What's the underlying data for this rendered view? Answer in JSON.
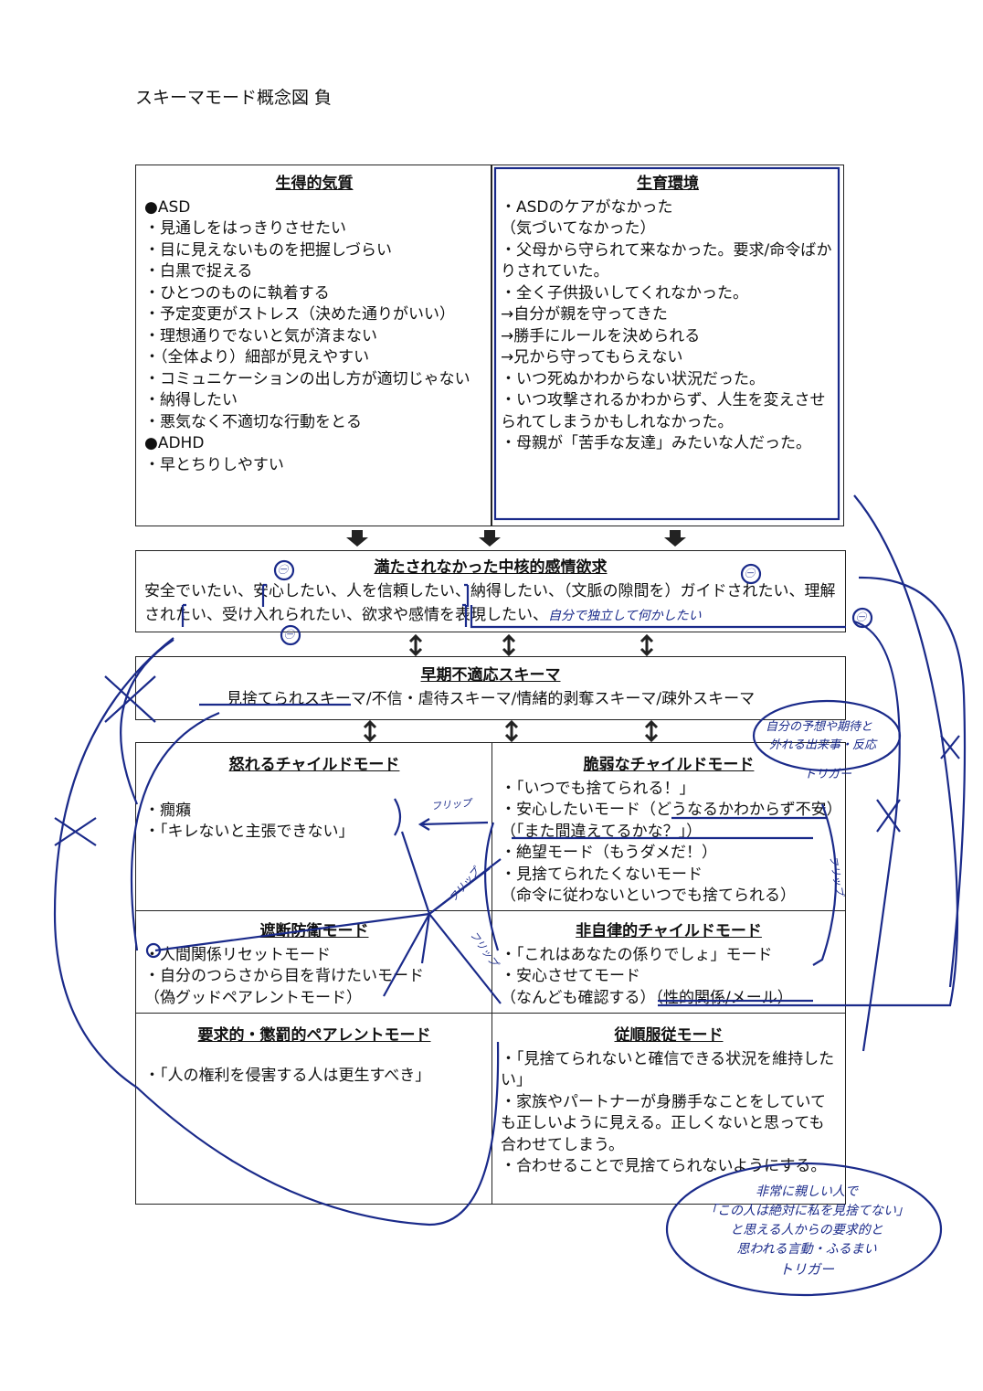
{
  "title": "スキーマモード概念図 負",
  "temperament": {
    "heading": "生得的気質",
    "lines": [
      "●ASD",
      "・見通しをはっきりさせたい",
      "・目に見えないものを把握しづらい",
      "・白黒で捉える",
      "・ひとつのものに執着する",
      "・予定変更がストレス（決めた通りがいい）",
      "・理想通りでないと気が済まない",
      "・（全体より）細部が見えやすい",
      "・コミュニケーションの出し方が適切じゃない",
      "・納得したい",
      "・悪気なく不適切な行動をとる",
      "●ADHD",
      "・早とちりしやすい"
    ]
  },
  "environment": {
    "heading": "生育環境",
    "lines": [
      "・ASDのケアがなかった",
      "（気づいてなかった）",
      "・父母から守られて来なかった。要求/命令ばかりされていた。",
      "・全く子供扱いしてくれなかった。",
      "→自分が親を守ってきた",
      "→勝手にルールを決められる",
      "→兄から守ってもらえない",
      "・いつ死ぬかわからない状況だった。",
      "・いつ攻撃されるかわからず、人生を変えさせられてしまうかもしれなかった。",
      "・母親が「苦手な友達」みたいな人だった。"
    ]
  },
  "needs": {
    "heading": "満たされなかった中核的感情欲求",
    "text": "安全でいたい、安心したい、人を信頼したい、納得したい、（文脈の隙間を）ガイドされたい、理解されたい、受け入れられたい、欲求や感情を表現したい、",
    "handwritten": "自分で独立して何かしたい"
  },
  "schema": {
    "heading": "早期不適応スキーマ",
    "text": "見捨てられスキーマ/不信・虐待スキーマ/情緒的剥奪スキーマ/疎外スキーマ"
  },
  "angry_child": {
    "heading": "怒れるチャイルドモード",
    "lines": [
      "・癇癪",
      "・「キレないと主張できない」"
    ]
  },
  "vulnerable_child": {
    "heading": "脆弱なチャイルドモード",
    "lines": [
      "・「いつでも捨てられる！」",
      "・安心したいモード（どうなるかわからず不安）（「また間違えてるかな？」）",
      "・絶望モード（もうダメだ！）",
      "・見捨てられたくないモード",
      "（命令に従わないといつでも捨てられる）"
    ]
  },
  "detached": {
    "heading": "遮断防衛モード",
    "lines": [
      "・人間関係リセットモード",
      "・自分のつらさから目を背けたいモード",
      "（偽グッドペアレントモード）"
    ]
  },
  "undisciplined": {
    "heading": "非自律的チャイルドモード",
    "lines": [
      "・「これはあなたの係りでしょ」モード",
      "・安心させてモード",
      "（なんども確認する）（性的関係/メール）"
    ]
  },
  "demanding_parent": {
    "heading": "要求的・懲罰的ペアレントモード",
    "lines": [
      "・「人の権利を侵害する人は更生すべき」"
    ]
  },
  "compliant": {
    "heading": "従順服従モード",
    "lines": [
      "・「見捨てられないと確信できる状況を維持したい」",
      "・家族やパートナーが身勝手なことをしていても正しいように見える。正しくないと思っても合わせてしまう。",
      "・合わせることで見捨てられないようにする。"
    ]
  },
  "notes": {
    "trigger1_line1": "自分の予想や期待と",
    "trigger1_line2": "外れる出来事・反応",
    "trigger_label": "トリガー",
    "flip": "フリップ",
    "minus": "㊀",
    "trigger2_lines": [
      "非常に親しい人で",
      "「この人は絶対に私を見捨てない」",
      "と思える人からの要求的と",
      "思われる言動・ふるまい"
    ]
  },
  "colors": {
    "ink": "#1a2a8a",
    "border": "#222222"
  }
}
